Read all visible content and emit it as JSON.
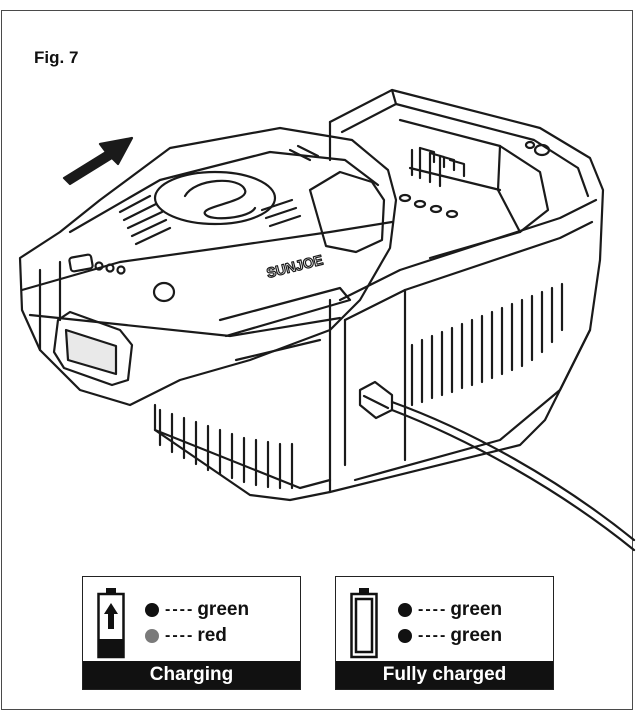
{
  "figure": {
    "label": "Fig. 7",
    "brand_text": "SUNJOE"
  },
  "legend": {
    "charging": {
      "caption": "Charging",
      "icon": "battery-charging-arrow-icon",
      "leds": [
        {
          "color_name": "green",
          "dot_color": "#111111"
        },
        {
          "color_name": "red",
          "dot_color": "#7a7a7a"
        }
      ]
    },
    "fully_charged": {
      "caption": "Fully charged",
      "icon": "battery-full-icon",
      "leds": [
        {
          "color_name": "green",
          "dot_color": "#111111"
        },
        {
          "color_name": "green",
          "dot_color": "#111111"
        }
      ]
    }
  },
  "colors": {
    "line": "#1a1a1a",
    "background": "#ffffff"
  }
}
